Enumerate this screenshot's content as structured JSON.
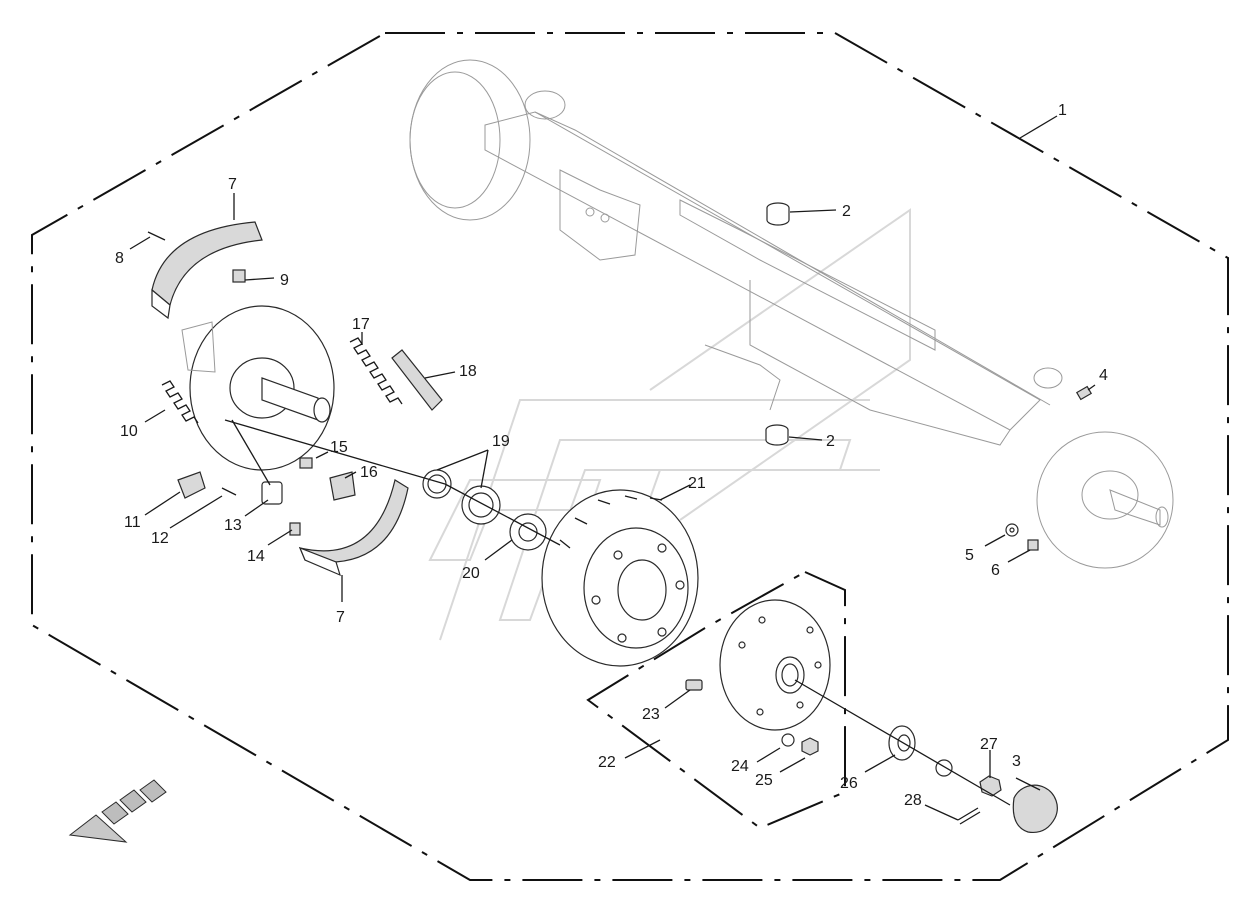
{
  "callouts": [
    {
      "id": "1",
      "text": "1"
    },
    {
      "id": "2a",
      "text": "2"
    },
    {
      "id": "2b",
      "text": "2"
    },
    {
      "id": "3",
      "text": "3"
    },
    {
      "id": "4",
      "text": "4"
    },
    {
      "id": "5",
      "text": "5"
    },
    {
      "id": "6",
      "text": "6"
    },
    {
      "id": "7a",
      "text": "7"
    },
    {
      "id": "7b",
      "text": "7"
    },
    {
      "id": "8",
      "text": "8"
    },
    {
      "id": "9",
      "text": "9"
    },
    {
      "id": "10",
      "text": "10"
    },
    {
      "id": "11",
      "text": "11"
    },
    {
      "id": "12",
      "text": "12"
    },
    {
      "id": "13",
      "text": "13"
    },
    {
      "id": "14",
      "text": "14"
    },
    {
      "id": "15",
      "text": "15"
    },
    {
      "id": "16",
      "text": "16"
    },
    {
      "id": "17",
      "text": "17"
    },
    {
      "id": "18",
      "text": "18"
    },
    {
      "id": "19",
      "text": "19"
    },
    {
      "id": "20",
      "text": "20"
    },
    {
      "id": "21",
      "text": "21"
    },
    {
      "id": "22",
      "text": "22"
    },
    {
      "id": "23",
      "text": "23"
    },
    {
      "id": "24",
      "text": "24"
    },
    {
      "id": "25",
      "text": "25"
    },
    {
      "id": "26",
      "text": "26"
    },
    {
      "id": "27",
      "text": "27"
    },
    {
      "id": "28",
      "text": "28"
    }
  ],
  "icons": {
    "direction": "front-direction-arrow-icon",
    "watermark": "logo-watermark"
  }
}
